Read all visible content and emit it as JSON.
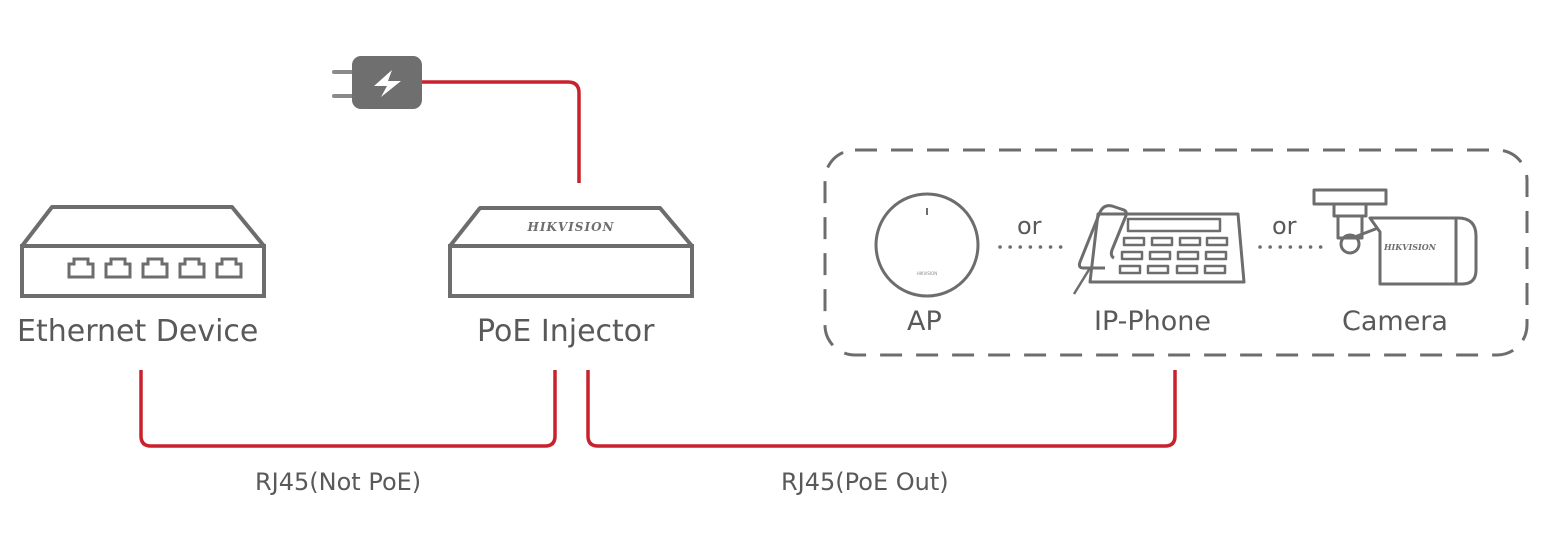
{
  "labels": {
    "ethernet_device": "Ethernet Device",
    "poe_injector": "PoE Injector",
    "ap": "AP",
    "ip_phone": "IP-Phone",
    "camera": "Camera",
    "or_1": "or",
    "or_2": "or",
    "link_not_poe": "RJ45(Not PoE)",
    "link_poe_out": "RJ45(PoE Out)"
  },
  "brand": {
    "injector_logo": "HIKVISION",
    "camera_logo": "HIKVISION",
    "ap_logo": "HIKVISION"
  },
  "colors": {
    "cable": "#c9222d",
    "outline": "#6d6d6d",
    "text": "#595959"
  },
  "icons": [
    "power-plug-icon",
    "lightning-bolt-icon",
    "ethernet-switch-icon",
    "poe-injector-icon",
    "access-point-icon",
    "ip-phone-icon",
    "bullet-camera-icon"
  ]
}
